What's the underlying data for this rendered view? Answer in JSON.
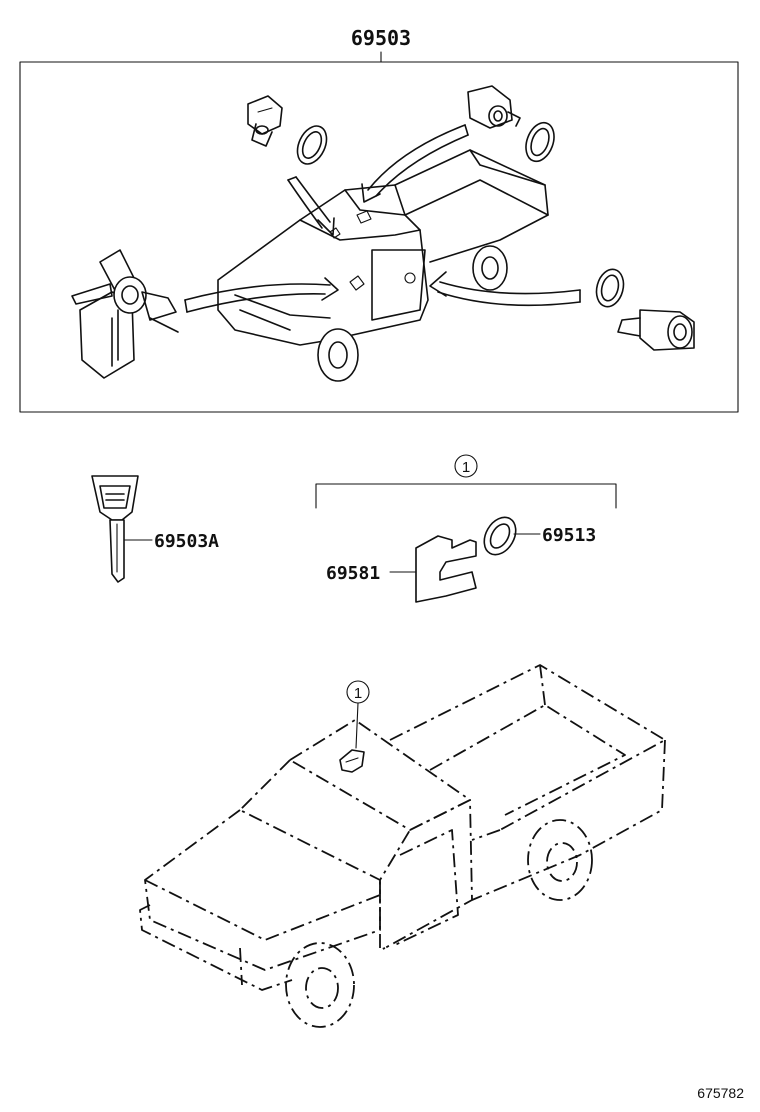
{
  "diagram": {
    "labels": {
      "kit": "69503",
      "key": "69503A",
      "circle_ref_top": "1",
      "retainer": "69581",
      "gasket": "69513",
      "circle_ref_truck": "1",
      "code": "675782"
    }
  }
}
